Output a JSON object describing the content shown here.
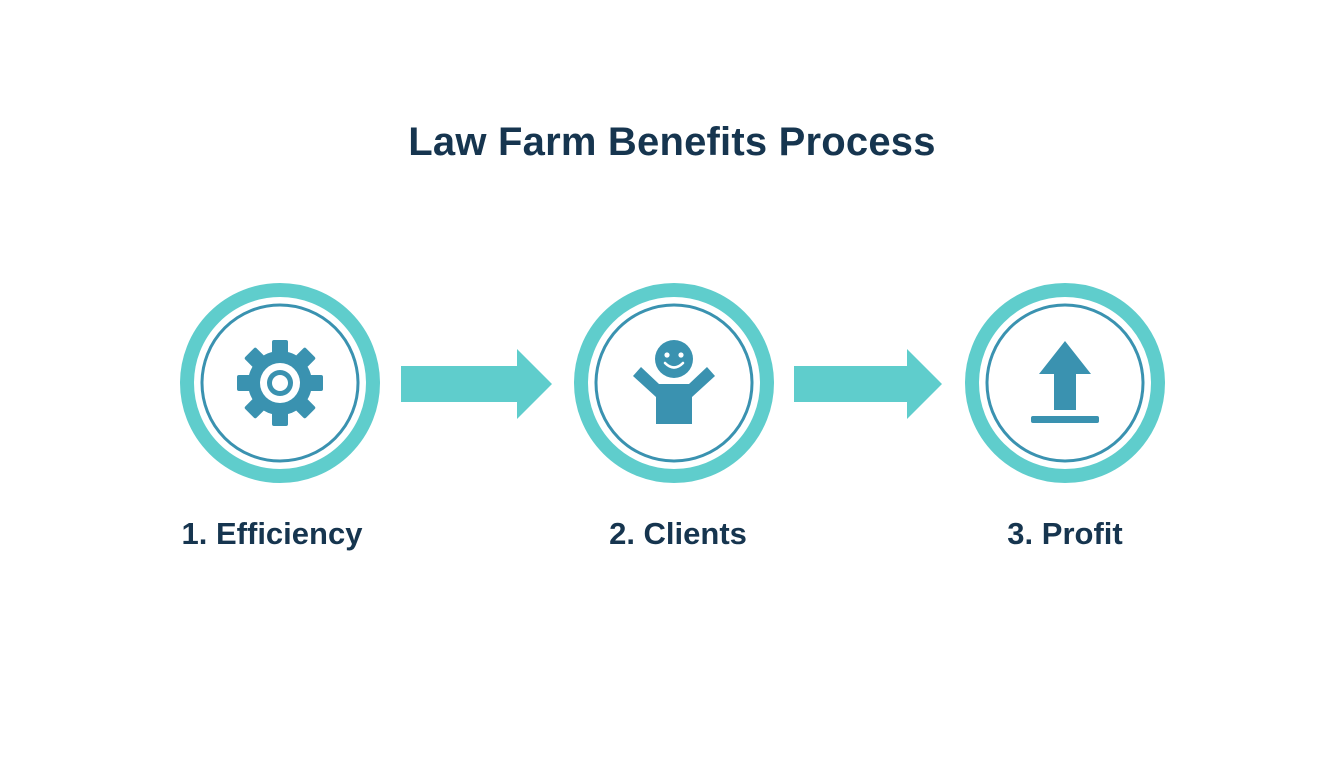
{
  "title": "Law Farm Benefits Process",
  "colors": {
    "title_text": "#16354f",
    "outer_ring": "#5fcdcc",
    "inner_ring": "#3a92b0",
    "icon_fill": "#3a92b0",
    "arrow_fill": "#5fcdcc",
    "background": "#ffffff"
  },
  "steps": [
    {
      "label": "1. Efficiency",
      "icon": "gear-icon"
    },
    {
      "label": "2. Clients",
      "icon": "happy-person-icon"
    },
    {
      "label": "3. Profit",
      "icon": "upload-arrow-icon"
    }
  ],
  "connectors": [
    "arrow-right",
    "arrow-right"
  ]
}
